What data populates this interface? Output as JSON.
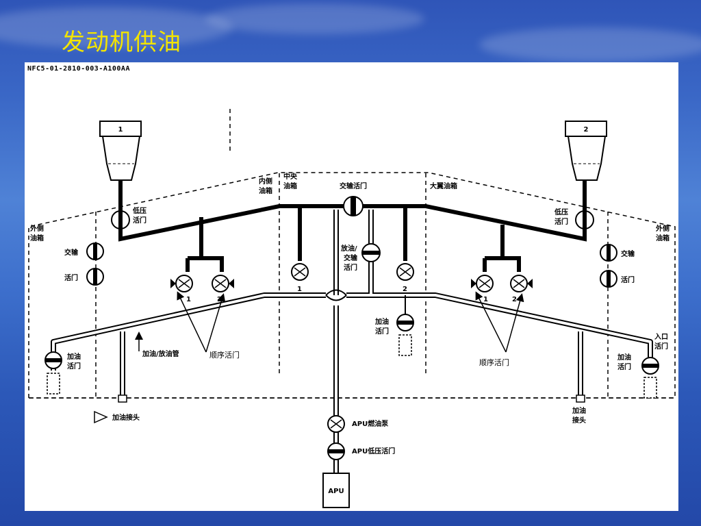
{
  "slide": {
    "title": "发动机供油"
  },
  "diagram": {
    "doc_id": "NFC5-01-2810-003-A100AA",
    "engines": {
      "left": "1",
      "right": "2"
    },
    "labels": {
      "lp_valve_1": "低压",
      "lp_valve_2": "活门",
      "outer_tank_1": "外侧",
      "outer_tank_2": "油箱",
      "inner_tank_1": "内侧",
      "inner_tank_2": "油箱",
      "center_tank_1": "中央",
      "center_tank_2": "油箱",
      "crossfeed_valve": "交输活门",
      "big_tank": "大翼油箱",
      "transfer_1": "交输",
      "transfer_2": "活门",
      "defuel_1": "放油/",
      "defuel_2": "交输",
      "defuel_3": "活门",
      "refuel_valve_1": "加油",
      "refuel_valve_2": "活门",
      "inlet_valve_1": "入口",
      "inlet_valve_2": "活门",
      "refuel_pipe": "加油/放油管",
      "sequence_valve": "顺序活门",
      "refuel_coupling_left": "加油接头",
      "refuel_coupling_right_1": "加油",
      "refuel_coupling_right_2": "接头",
      "apu_pump": "APU燃油泵",
      "apu_lp_valve": "APU低压活门",
      "apu": "APU",
      "pump_1": "1",
      "pump_2": "2"
    }
  }
}
